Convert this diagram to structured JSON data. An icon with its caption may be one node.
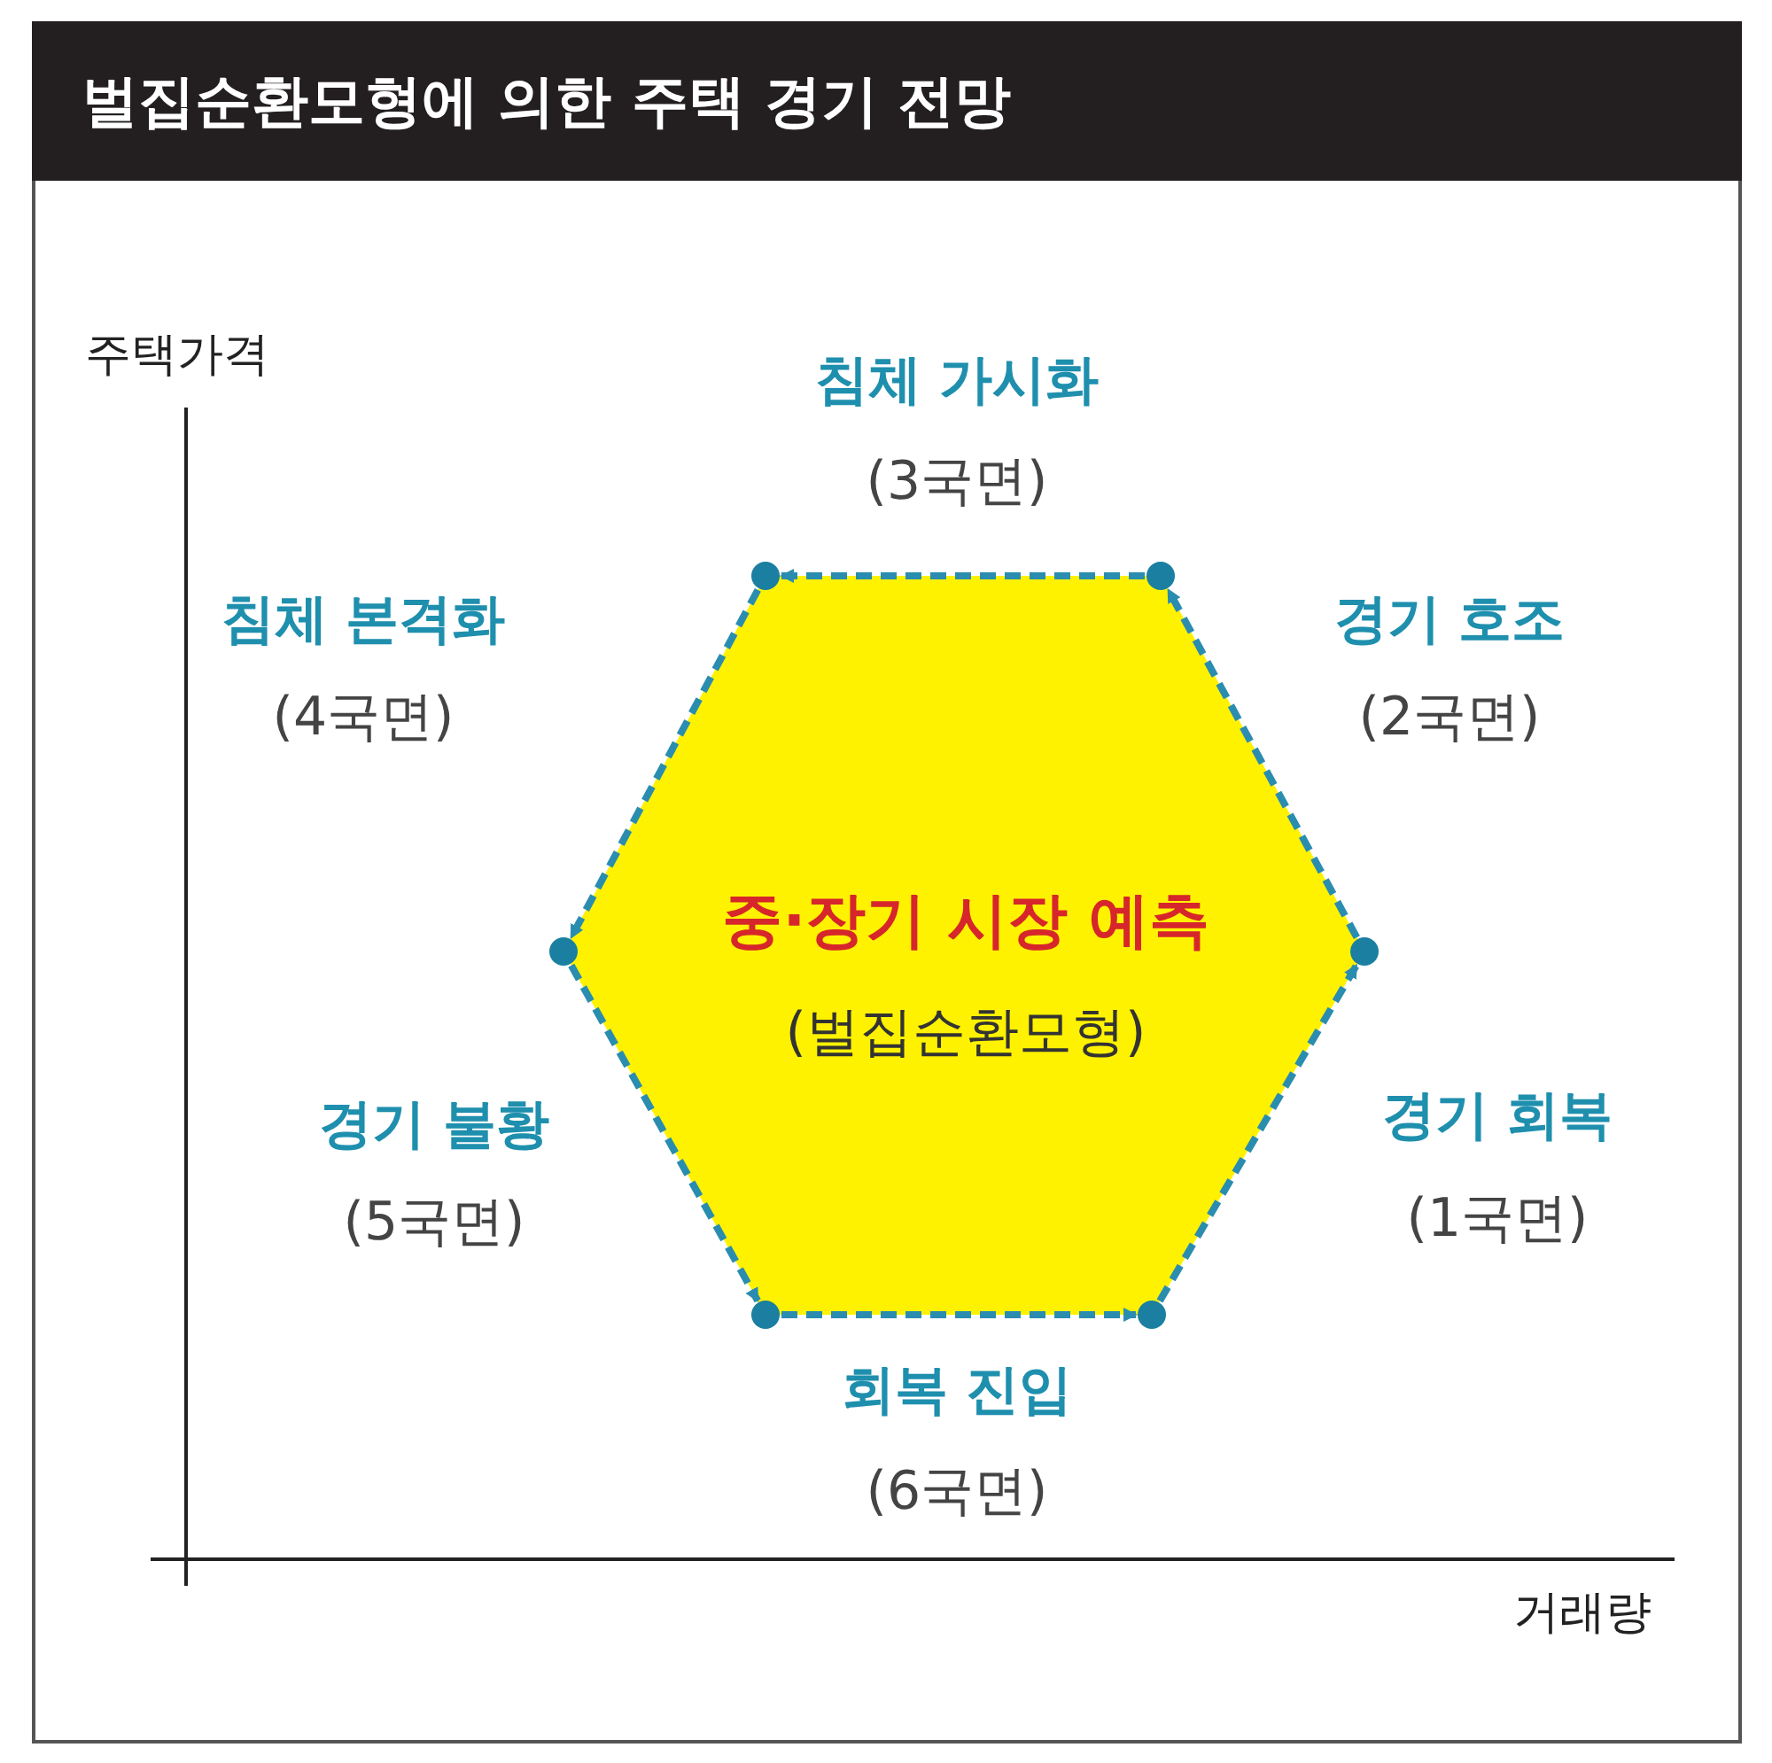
{
  "diagram": {
    "title": "벌집순환모형에 의한 주택 경기 전망",
    "nodes": [
      {
        "text": [
          "중·장기 시장 예측",
          "(벌집순환모형)"
        ]
      },
      {
        "text": [],
        "shape": "circle"
      },
      {
        "text": [],
        "shape": "circle"
      },
      {
        "text": [],
        "shape": "circle"
      },
      {
        "text": [],
        "shape": "circle"
      },
      {
        "text": [],
        "shape": "circle"
      },
      {
        "text": [],
        "shape": "circle"
      }
    ],
    "edges": [
      {
        "from": 6,
        "to": 4,
        "arrow": "to",
        "style": "dashed"
      },
      {
        "from": 4,
        "to": 2,
        "arrow": "to",
        "style": "dashed"
      },
      {
        "from": 2,
        "to": 1,
        "arrow": "to",
        "style": "dashed"
      },
      {
        "from": 1,
        "to": 3,
        "arrow": "to",
        "style": "dashed"
      },
      {
        "from": 3,
        "to": 5,
        "arrow": "to",
        "style": "dashed"
      },
      {
        "from": 5,
        "to": 6,
        "arrow": "to",
        "style": "dashed"
      }
    ],
    "labels": [
      "주택가격",
      "침체 가시화",
      "(3국면)",
      "침체 본격화",
      "(4국면)",
      "경기 호조",
      "(2국면)",
      "경기 불황",
      "(5국면)",
      "경기 회복",
      "(1국면)",
      "회복 진입",
      "(6국면)",
      "거래량"
    ]
  }
}
